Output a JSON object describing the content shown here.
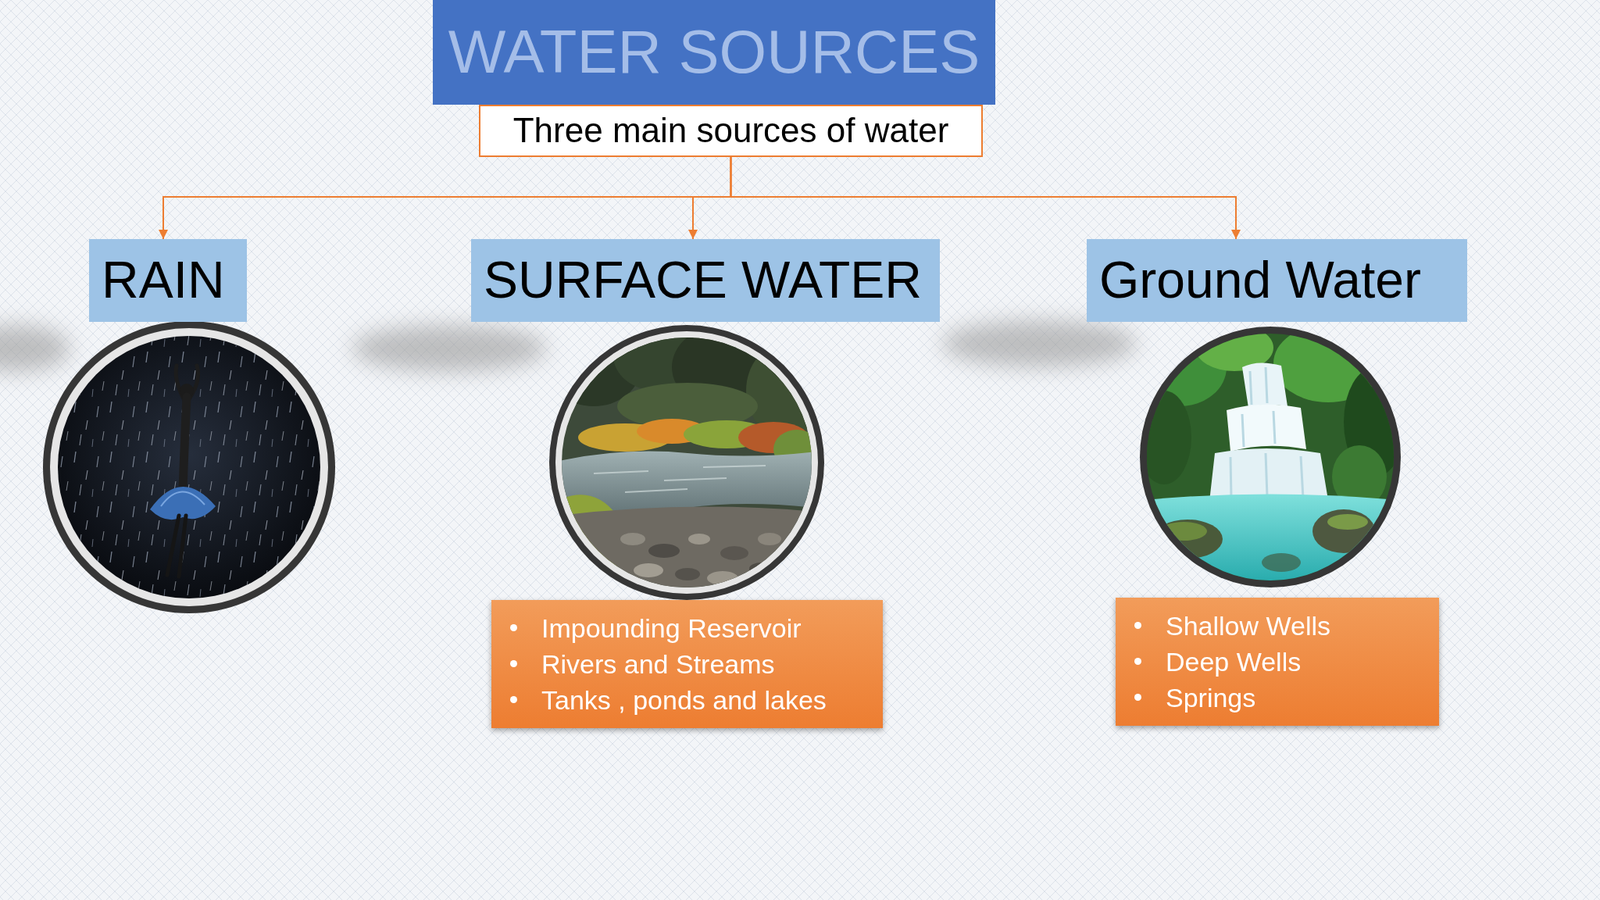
{
  "diagram": {
    "title": "WATER SOURCES",
    "nodes": [
      {
        "text": [
          "Three main sources of water"
        ]
      },
      {
        "text": [
          "RAIN"
        ]
      },
      {
        "text": [
          "SURFACE WATER"
        ]
      },
      {
        "text": [
          "Ground Water"
        ]
      },
      {
        "text": [
          "Impounding Reservoir",
          "Rivers and Streams",
          "Tanks , ponds and lakes"
        ]
      },
      {
        "text": [
          "Shallow Wells",
          "Deep Wells",
          "Springs"
        ]
      }
    ],
    "edges": [
      {
        "from": 0,
        "to": 1,
        "arrow": "to"
      },
      {
        "from": 0,
        "to": 2,
        "arrow": "to"
      },
      {
        "from": 0,
        "to": 3,
        "arrow": "to"
      }
    ]
  }
}
